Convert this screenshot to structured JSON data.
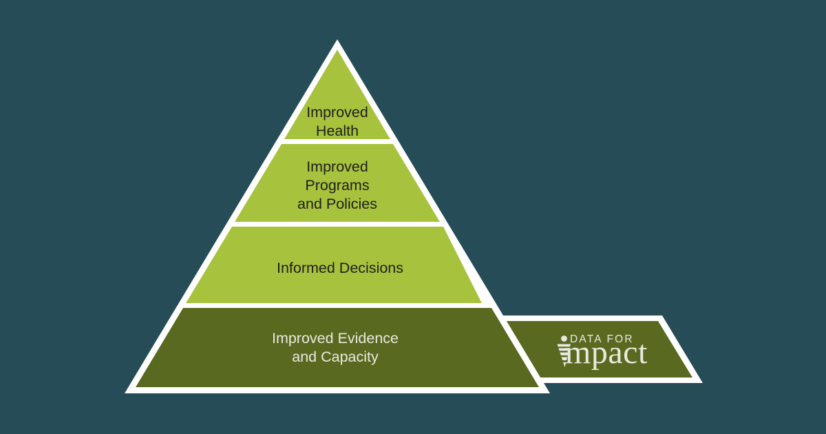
{
  "colors": {
    "background": "#254C57",
    "light_green": "#A7C23D",
    "dark_olive": "#596A20",
    "outline_white": "#FFFFFF",
    "dark_text": "#1E1E1E",
    "light_text": "#E9E9E1"
  },
  "pyramid": {
    "levels": [
      {
        "label": "Improved Health",
        "lines": [
          "Improved",
          "Health"
        ]
      },
      {
        "label": "Improved Programs and Policies",
        "lines": [
          "Improved",
          "Programs",
          "and Policies"
        ]
      },
      {
        "label": "Informed Decisions",
        "lines": [
          "Informed Decisions"
        ]
      },
      {
        "label": "Improved Evidence and Capacity",
        "lines": [
          "Improved Evidence",
          "and Capacity"
        ]
      }
    ]
  },
  "logo": {
    "line1": "DATA FOR",
    "line2": "mpact"
  }
}
